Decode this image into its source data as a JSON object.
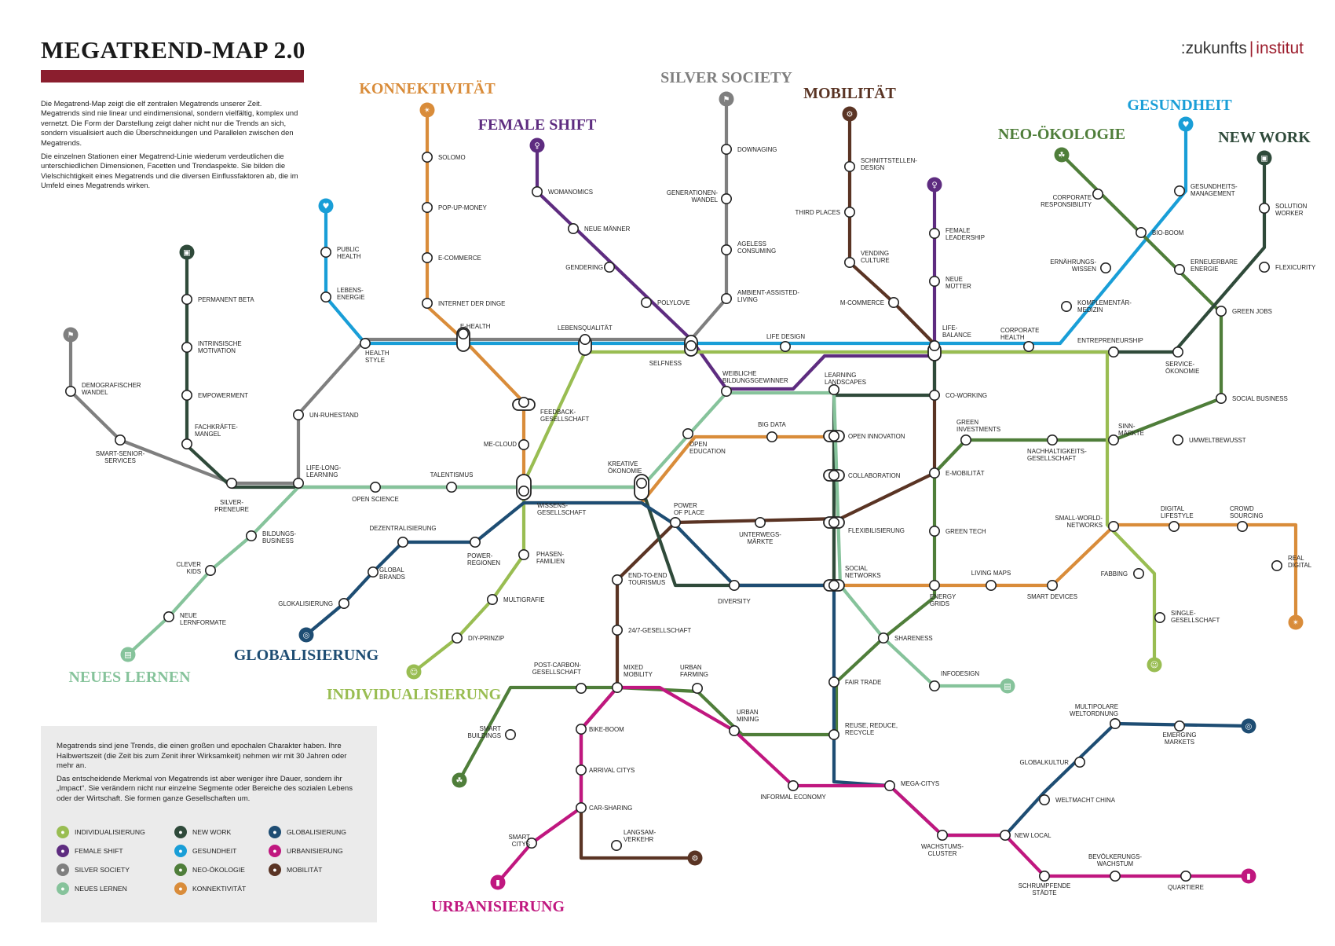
{
  "header": {
    "title": "MEGATREND-MAP 2.0",
    "logo_left": ":zukunfts",
    "logo_sep": "|",
    "logo_right": "institut"
  },
  "intro": {
    "p1": "Die Megatrend-Map zeigt die elf zentralen Megatrends unserer Zeit. Megatrends sind nie linear und eindimensional, sondern vielfältig, komplex und vernetzt. Die Form der Darstellung zeigt daher nicht nur die Trends an sich, sondern visualisiert auch die Überschneidungen und Parallelen zwischen den Megatrends.",
    "p2": "Die einzelnen Stationen einer Megatrend-Linie wiederum verdeutlichen die unterschiedlichen Dimensionen, Facetten und Trendaspekte. Sie bilden die Vielschichtigkeit eines Megatrends und die diversen Einfluss­faktoren ab, die im Umfeld eines Megatrends wirken."
  },
  "infobox": {
    "p1": "Megatrends sind jene Trends, die einen großen und epochalen Charakter haben. Ihre Halbwertszeit (die Zeit bis zum Zenit ihrer Wirksamkeit) nehmen wir mit 30 Jahren oder mehr an.",
    "p2": "Das entscheidende Merkmal von Megatrends ist aber weniger ihre Dauer, sondern ihr „Impact“. Sie verändern nicht nur einzelne Segmente oder Bereiche des sozialen Lebens oder der Wirtschaft. Sie formen ganze Gesellschaften um."
  },
  "colors": {
    "individualisierung": "#99bd52",
    "female_shift": "#5e2c80",
    "silver_society": "#7f7f7f",
    "neues_lernen": "#86c39b",
    "new_work": "#2f4a3a",
    "gesundheit": "#199ed7",
    "neo_oekologie": "#4f7e3a",
    "globalisierung": "#1e4d73",
    "urbanisierung": "#c0177f",
    "mobilitaet": "#5a3424",
    "konnektivitaet": "#d98c3a",
    "title_bar": "#8b1e2e"
  },
  "legend": [
    {
      "label": "INDIVIDUALISIERUNG",
      "color": "#99bd52",
      "icon": "person-walking-icon"
    },
    {
      "label": "NEW WORK",
      "color": "#2f4a3a",
      "icon": "laptop-icon"
    },
    {
      "label": "GLOBALISIERUNG",
      "color": "#1e4d73",
      "icon": "globe-icon"
    },
    {
      "label": "FEMALE SHIFT",
      "color": "#5e2c80",
      "icon": "woman-icon"
    },
    {
      "label": "GESUNDHEIT",
      "color": "#199ed7",
      "icon": "apple-icon"
    },
    {
      "label": "URBANISIERUNG",
      "color": "#c0177f",
      "icon": "city-icon"
    },
    {
      "label": "SILVER SOCIETY",
      "color": "#7f7f7f",
      "icon": "elder-icon"
    },
    {
      "label": "NEO-ÖKOLOGIE",
      "color": "#4f7e3a",
      "icon": "leaf-icon"
    },
    {
      "label": "MOBILITÄT",
      "color": "#5a3424",
      "icon": "bicycle-icon"
    },
    {
      "label": "NEUES LERNEN",
      "color": "#86c39b",
      "icon": "book-icon"
    },
    {
      "label": "KONNEKTIVITÄT",
      "color": "#d98c3a",
      "icon": "network-icon"
    }
  ],
  "megatrends": {
    "konnektivitaet": "KONNEKTIVITÄT",
    "silver_society": "SILVER SOCIETY",
    "mobilitaet": "MOBILITÄT",
    "female_shift": "FEMALE SHIFT",
    "gesundheit": "GESUNDHEIT",
    "neo_oekologie": "NEO-ÖKOLOGIE",
    "new_work": "NEW WORK",
    "neues_lernen": "NEUES LERNEN",
    "globalisierung": "GLOBALISIERUNG",
    "individualisierung": "INDIVIDUALISIERUNG",
    "urbanisierung": "URBANISIERUNG"
  },
  "stations": {
    "solomo": "SOLOMO",
    "pop_up_money": "POP-UP-MONEY",
    "e_commerce": "E-COMMERCE",
    "internet_der_dinge": "INTERNET DER DINGE",
    "e_health": "E-HEALTH",
    "lebensqualitaet": "LEBENSQUALITÄT",
    "feedback_gesellschaft": [
      "FEEDBACK-",
      "GESELLSCHAFT"
    ],
    "me_cloud": "ME-CLOUD",
    "womanomics": "WOMANOMICS",
    "neue_maenner": "NEUE MÄNNER",
    "gendering": "GENDERING",
    "polylove": "POLYLOVE",
    "selfness": "SELFNESS",
    "downaging": "DOWNAGING",
    "generationen_wandel": [
      "GENERATIONEN-",
      "WANDEL"
    ],
    "ageless_consuming": [
      "AGELESS",
      "CONSUMING"
    ],
    "ambient_assisted_living": [
      "AMBIENT-ASSISTED-",
      "LIVING"
    ],
    "schnittstellen_design": [
      "SCHNITTSTELLEN-",
      "DESIGN"
    ],
    "third_places": "THIRD PLACES",
    "vending_culture": [
      "VENDING",
      "CULTURE"
    ],
    "m_commerce": "M-COMMERCE",
    "female_leadership": [
      "FEMALE",
      "LEADERSHIP"
    ],
    "neue_muetter": [
      "NEUE",
      "MÜTTER"
    ],
    "life_balance": [
      "LIFE-",
      "BALANCE"
    ],
    "life_design": "LIFE DESIGN",
    "corporate_health": [
      "CORPORATE",
      "HEALTH"
    ],
    "co_working": "CO-WORKING",
    "gesundheits_management": [
      "GESUNDHEITS-",
      "MANAGEMENT"
    ],
    "corporate_responsibility": [
      "CORPORATE",
      "RESPONSIBILITY"
    ],
    "bio_boom": "BIO-BOOM",
    "ernaehrungs_wissen": [
      "ERNÄHRUNGS-",
      "WISSEN"
    ],
    "erneuerbare_energie": [
      "ERNEUERBARE",
      "ENERGIE"
    ],
    "komplementaer_medizin": [
      "KOMPLEMENTÄR-",
      "MEDIZIN"
    ],
    "solution_worker": [
      "SOLUTION",
      "WORKER"
    ],
    "flexicurity": "FLEXICURITY",
    "green_jobs": "GREEN JOBS",
    "entrepreneurship": "ENTREPRENEURSHIP",
    "service_oekonomie": [
      "SERVICE-",
      "ÖKONOMIE"
    ],
    "social_business": "SOCIAL BUSINESS",
    "sinn_maerkte": [
      "SINN-",
      "MÄRKTE"
    ],
    "umweltbewusst": "UMWELTBEWUSST",
    "green_investments": [
      "GREEN",
      "INVESTMENTS"
    ],
    "nachhaltigkeits_gesellschaft": [
      "NACHHALTIGKEITS-",
      "GESELLSCHAFT"
    ],
    "e_mobilitaet": "E-MOBILITÄT",
    "green_tech": "GREEN TECH",
    "small_world_networks": [
      "SMALL-WORLD-",
      "NETWORKS"
    ],
    "digital_lifestyle": [
      "DIGITAL",
      "LIFESTYLE"
    ],
    "crowd_sourcing": [
      "CROWD",
      "SOURCING"
    ],
    "real_digital": [
      "REAL",
      "DIGITAL"
    ],
    "fabbing": "FABBING",
    "single_gesellschaft": [
      "SINGLE-",
      "GESELLSCHAFT"
    ],
    "public_health": [
      "PUBLIC",
      "HEALTH"
    ],
    "lebens_energie": [
      "LEBENS-",
      "ENERGIE"
    ],
    "health_style": [
      "HEALTH",
      "STYLE"
    ],
    "permanent_beta": "PERMANENT BETA",
    "intrinsische_motivation": [
      "INTRINSISCHE",
      "MOTIVATION"
    ],
    "empowerment": "EMPOWERMENT",
    "fachkraefte_mangel": [
      "FACHKRÄFTE-",
      "MANGEL"
    ],
    "demografischer_wandel": [
      "DEMOGRAFISCHER",
      "WANDEL"
    ],
    "smart_senior_services": [
      "SMART-SENIOR-",
      "SERVICES"
    ],
    "silver_preneure": [
      "SILVER-",
      "PRENEURE"
    ],
    "un_ruhestand": "UN-RUHESTAND",
    "life_long_learning": [
      "LIFE-LONG-",
      "LEARNING"
    ],
    "open_science": "OPEN SCIENCE",
    "talentismus": "TALENTISMUS",
    "bildungs_business": [
      "BILDUNGS-",
      "BUSINESS"
    ],
    "clever_kids": [
      "CLEVER",
      "KIDS"
    ],
    "neue_lernformate": [
      "NEUE",
      "LERNFORMATE"
    ],
    "wissens_gesellschaft": [
      "WISSENS-",
      "GESELLSCHAFT"
    ],
    "kreative_oekonomie": [
      "KREATIVE",
      "ÖKONOMIE"
    ],
    "weibliche_bildungsgewinner": [
      "WEIBLICHE",
      "BILDUNGSGEWINNER"
    ],
    "learning_landscapes": [
      "LEARNING",
      "LANDSCAPES"
    ],
    "open_education": [
      "OPEN",
      "EDUCATION"
    ],
    "big_data": "BIG DATA",
    "open_innovation": "OPEN INNOVATION",
    "collaboration": "COLLABORATION",
    "power_of_place": [
      "POWER",
      "OF PLACE"
    ],
    "unterwegs_maerkte": [
      "UNTERWEGS-",
      "MÄRKTE"
    ],
    "flexibilisierung": "FLEXIBILISIERUNG",
    "social_networks": [
      "SOCIAL",
      "NETWORKS"
    ],
    "diversity": "DIVERSITY",
    "energy_grids": [
      "ENERGY",
      "GRIDS"
    ],
    "living_maps": "LIVING MAPS",
    "smart_devices": "SMART DEVICES",
    "dezentralisierung": "DEZENTRALISIERUNG",
    "power_regionen": [
      "POWER-",
      "REGIONEN"
    ],
    "global_brands": [
      "GLOBAL",
      "BRANDS"
    ],
    "glokalisierung": "GLOKALISIERUNG",
    "phasen_familien": [
      "PHASEN-",
      "FAMILIEN"
    ],
    "multigrafie": "MULTIGRAFIE",
    "diy_prinzip": "DIY-PRINZIP",
    "end_to_end_tourismus": [
      "END-TO-END",
      "TOURISMUS"
    ],
    "gesellschaft_24_7": "24/7-GESELLSCHAFT",
    "shareness": "SHARENESS",
    "infodesign": "INFODESIGN",
    "fair_trade": "FAIR TRADE",
    "reuse_reduce_recycle": [
      "REUSE, REDUCE,",
      "RECYCLE"
    ],
    "post_carbon_gesellschaft": [
      "POST-CARBON-",
      "GESELLSCHAFT"
    ],
    "mixed_mobility": [
      "MIXED",
      "MOBILITY"
    ],
    "urban_farming": [
      "URBAN",
      "FARMING"
    ],
    "smart_buildings": [
      "SMART",
      "BUILDINGS"
    ],
    "urban_mining": [
      "URBAN",
      "MINING"
    ],
    "bike_boom": "BIKE-BOOM",
    "arrival_citys": "ARRIVAL CITYS",
    "car_sharing": "CAR-SHARING",
    "smart_citys": [
      "SMART",
      "CITYS"
    ],
    "langsam_verkehr": [
      "LANGSAM-",
      "VERKEHR"
    ],
    "informal_economy": "INFORMAL ECONOMY",
    "mega_citys": "MEGA-CITYS",
    "wachstums_cluster": [
      "WACHSTUMS-",
      "CLUSTER"
    ],
    "new_local": "NEW LOCAL",
    "schrumpfende_staedte": [
      "SCHRUMPFENDE",
      "STÄDTE"
    ],
    "bevoelkerungs_wachstum": [
      "BEVÖLKERUNGS-",
      "WACHSTUM"
    ],
    "quartiere": "QUARTIERE",
    "multipolare_weltordnung": [
      "MULTIPOLARE",
      "WELTORDNUNG"
    ],
    "emerging_markets": [
      "EMERGING",
      "MARKETS"
    ],
    "globalkultur": "GLOBALKULTUR",
    "weltmacht_china": "WELTMACHT CHINA"
  }
}
